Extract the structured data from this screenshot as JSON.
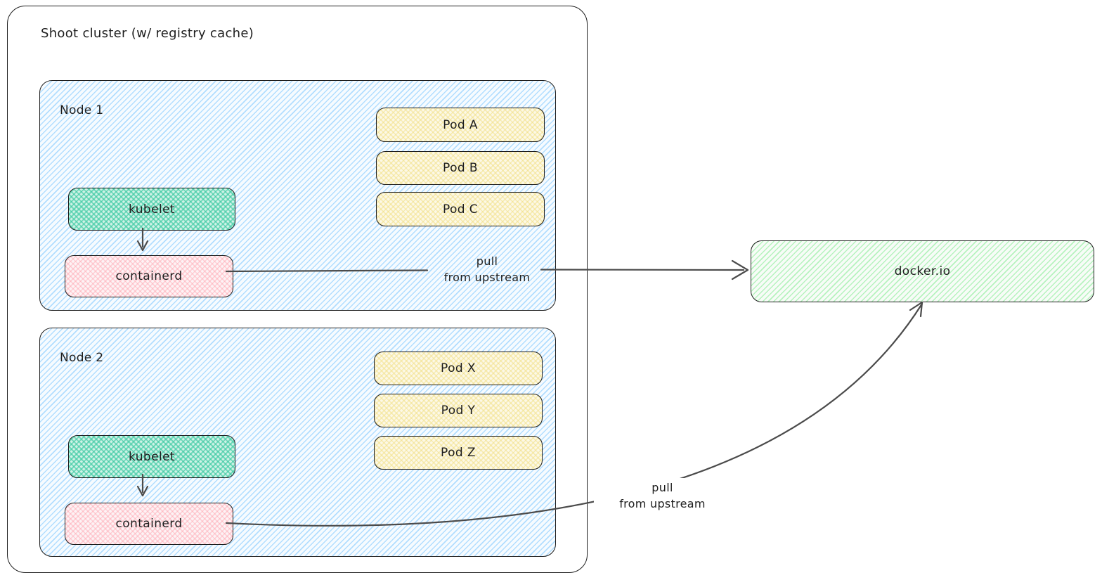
{
  "diagram": {
    "cluster": {
      "title": "Shoot cluster (w/ registry cache)"
    },
    "nodes": [
      {
        "name": "Node 1",
        "kubelet_label": "kubelet",
        "containerd_label": "containerd",
        "pods": [
          "Pod A",
          "Pod B",
          "Pod C"
        ]
      },
      {
        "name": "Node 2",
        "kubelet_label": "kubelet",
        "containerd_label": "containerd",
        "pods": [
          "Pod X",
          "Pod Y",
          "Pod Z"
        ]
      }
    ],
    "registry": {
      "label": "docker.io"
    },
    "edge_labels": [
      {
        "line1": "pull",
        "line2": "from upstream"
      },
      {
        "line1": "pull",
        "line2": "from upstream"
      }
    ]
  },
  "colors": {
    "node_hatch_blue": "#a5d8ff",
    "kubelet_teal": "#63e6be",
    "containerd_pink": "#ffc9c9",
    "pod_yellow": "#ffec99",
    "registry_green": "#b2f2bb",
    "stroke_dark": "#1e1e1e",
    "arrow_gray": "#4b4b4b"
  }
}
